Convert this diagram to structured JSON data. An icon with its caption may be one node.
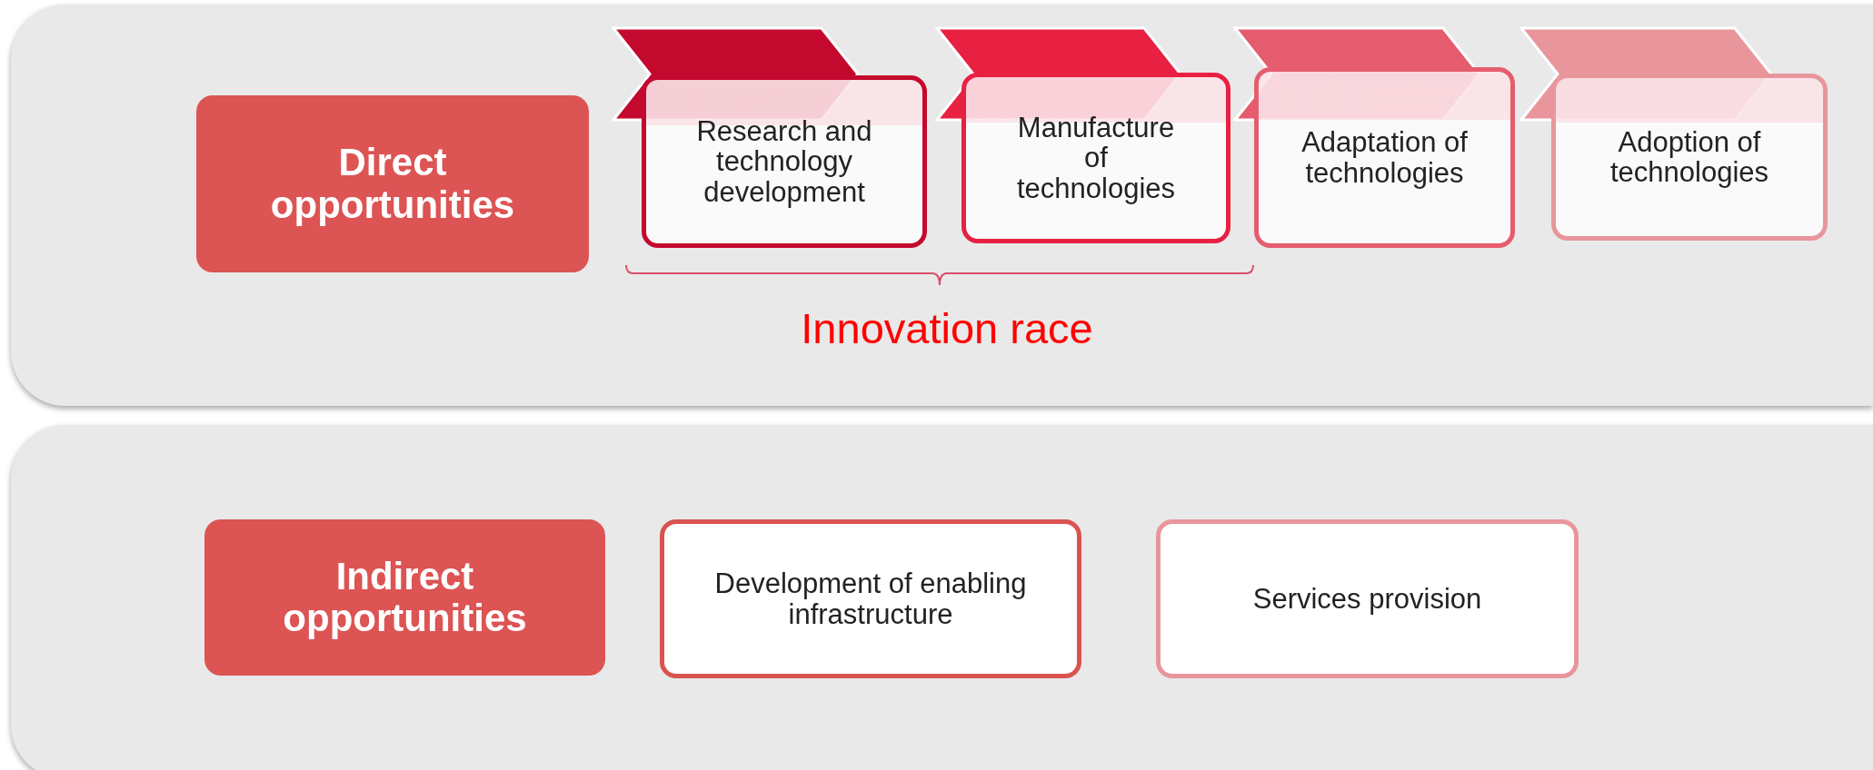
{
  "diagram": {
    "nodes": [
      {
        "text": [],
        "shape": "box"
      },
      {
        "text": [
          "Direct opportunities"
        ],
        "in": 0
      },
      {
        "text": [],
        "shape": "chevron",
        "in": 0
      },
      {
        "text": [
          "Research and technology development"
        ],
        "in": 0
      },
      {
        "text": [],
        "shape": "chevron",
        "in": 0
      },
      {
        "text": [
          "Manufacture of technologies"
        ],
        "in": 0
      },
      {
        "text": [],
        "shape": "chevron",
        "in": 0
      },
      {
        "text": [
          "Adaptation of technologies"
        ],
        "in": 0
      },
      {
        "text": [],
        "shape": "chevron",
        "in": 0
      },
      {
        "text": [
          "Adoption of technologies"
        ],
        "in": 0
      },
      {
        "text": [],
        "shape": "box"
      },
      {
        "text": [
          "Indirect opportunities"
        ],
        "in": 10
      },
      {
        "text": [
          "Development of enabling infrastructure"
        ],
        "in": 10
      },
      {
        "text": [
          "Services provision"
        ],
        "in": 10
      }
    ],
    "labels": [
      "Innovation race"
    ]
  }
}
